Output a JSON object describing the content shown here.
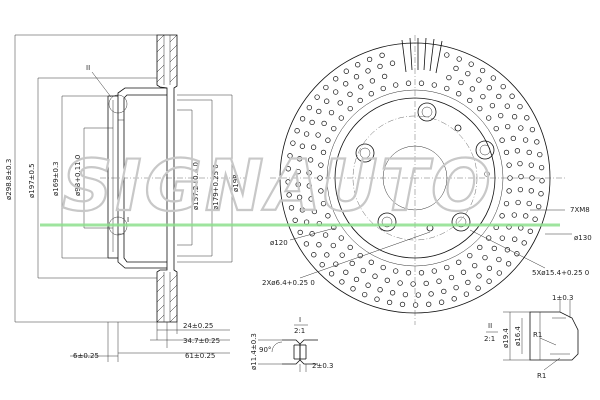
{
  "watermark": "SIGNAUTO",
  "accent_color": "#8ee08e",
  "side_view": {
    "section_marker": "II",
    "section_marker_lower": "I",
    "vertical_dims": [
      "ø298.8±0.3",
      "ø197±0.5",
      "ø169±0.3",
      "ø98+0.11 0",
      "ø157.2+0.4 0",
      "ø179+0.25 0",
      "ø198"
    ],
    "horizontal_dims": [
      "24±0.25",
      "34.7±0.25",
      "61±0.25",
      "6±0.25"
    ]
  },
  "front_view": {
    "labels": [
      "ø120",
      "7XM8",
      "ø130",
      "2Xø6.4+0.25 0",
      "5Xø15.4+0.25 0"
    ]
  },
  "detail_i": {
    "title": "I",
    "scale": "2:1",
    "angle": "90°",
    "dims": [
      "ø11.4±0.3",
      "2±0.3"
    ]
  },
  "detail_ii": {
    "title": "II",
    "scale": "2:1",
    "dims": [
      "1±0.3",
      "ø19.4",
      "ø16.4",
      "R1",
      "R1"
    ]
  }
}
